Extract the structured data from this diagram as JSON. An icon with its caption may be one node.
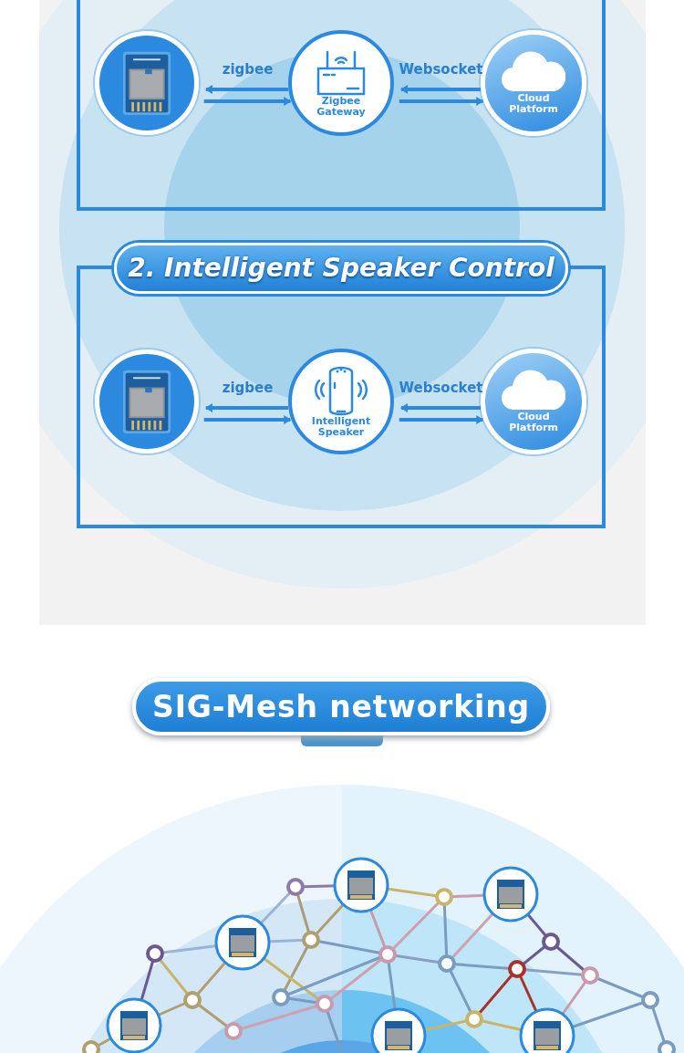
{
  "diagram": {
    "nodes": [
      {
        "text": [],
        "shape": "box"
      },
      {
        "text": [],
        "shape": "picture",
        "in": 0
      },
      {
        "text": [
          "Zigbee Gateway"
        ],
        "in": 0
      },
      {
        "text": [
          "Cloud Platform"
        ],
        "in": 0
      },
      {
        "text": [
          "2. Intelligent Speaker Control"
        ]
      },
      {
        "text": [],
        "shape": "box"
      },
      {
        "text": [],
        "shape": "picture",
        "in": 5
      },
      {
        "text": [
          "Intelligent Speaker"
        ],
        "in": 5
      },
      {
        "text": [
          "Cloud Platform"
        ],
        "in": 5
      },
      {
        "text": [
          "SIG-Mesh networking"
        ]
      }
    ],
    "edges": [
      {
        "from": 2,
        "to": 1,
        "arrow": "to",
        "label": "zigbee"
      },
      {
        "from": 1,
        "to": 2,
        "arrow": "to"
      },
      {
        "from": 3,
        "to": 2,
        "arrow": "to",
        "label": "Websocket"
      },
      {
        "from": 2,
        "to": 3,
        "arrow": "to"
      },
      {
        "from": 7,
        "to": 6,
        "arrow": "to",
        "label": "zigbee"
      },
      {
        "from": 6,
        "to": 7,
        "arrow": "to"
      },
      {
        "from": 8,
        "to": 7,
        "arrow": "to",
        "label": "Websocket"
      },
      {
        "from": 7,
        "to": 8,
        "arrow": "to"
      }
    ]
  }
}
